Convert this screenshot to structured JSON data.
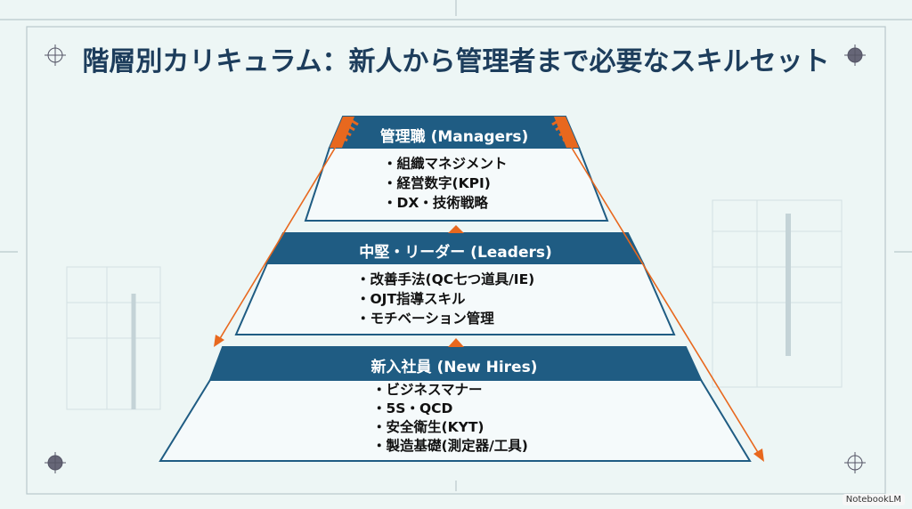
{
  "title": "階層別カリキュラム：新人から管理者まで必要なスキルセット",
  "colors": {
    "header": "#1f5c83",
    "accent": "#e8681e",
    "title": "#1d3d5c",
    "background": "#edf6f5"
  },
  "tiers": [
    {
      "label": "管理職 (Managers)",
      "items": [
        "・組織マネジメント",
        "・経営数字(KPI)",
        "・DX・技術戦略"
      ]
    },
    {
      "label": "中堅・リーダー (Leaders)",
      "items": [
        "・改善手法(QC七つ道具/IE)",
        "・OJT指導スキル",
        "・モチベーション管理"
      ]
    },
    {
      "label": "新入社員 (New Hires)",
      "items": [
        "・ビジネスマナー",
        "・5S・QCD",
        "・安全衛生(KYT)",
        "・製造基礎(測定器/工具)"
      ]
    }
  ],
  "brand": "NotebookLM"
}
